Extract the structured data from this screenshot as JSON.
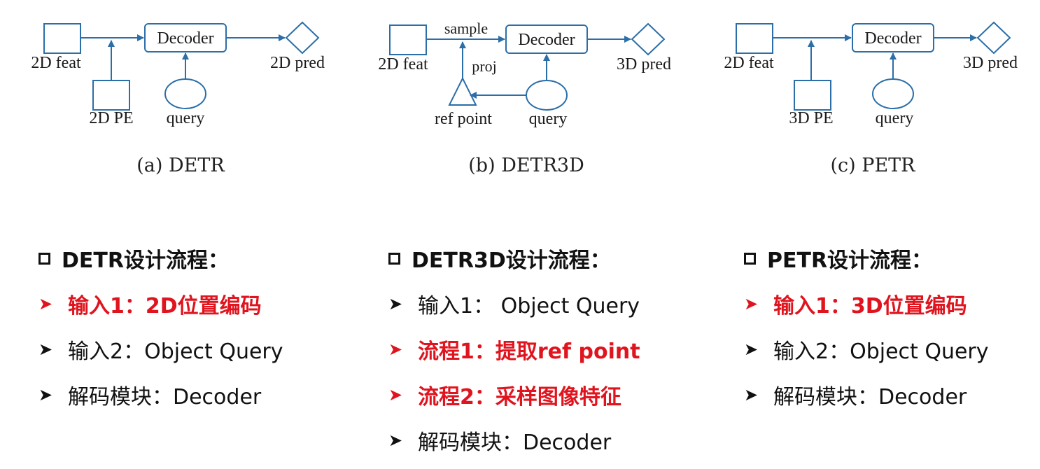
{
  "diagrams": [
    {
      "id": "detr",
      "nodes": {
        "feat": "2D feat",
        "pe": "2D PE",
        "query": "query",
        "decoder": "Decoder",
        "pred": "2D pred"
      },
      "caption": "(a) DETR"
    },
    {
      "id": "detr3d",
      "nodes": {
        "feat": "2D feat",
        "sample": "sample",
        "proj": "proj",
        "ref": "ref point",
        "query": "query",
        "decoder": "Decoder",
        "pred": "3D pred"
      },
      "caption": "(b) DETR3D"
    },
    {
      "id": "petr",
      "nodes": {
        "feat": "2D feat",
        "pe": "3D PE",
        "query": "query",
        "decoder": "Decoder",
        "pred": "3D pred"
      },
      "caption": "(c) PETR"
    }
  ],
  "sections": [
    {
      "title": "DETR设计流程：",
      "items": [
        {
          "text": "输入1：2D位置编码",
          "highlight": true
        },
        {
          "text": "输入2：Object Query",
          "highlight": false
        },
        {
          "text": "解码模块：Decoder",
          "highlight": false
        }
      ]
    },
    {
      "title": "DETR3D设计流程：",
      "items": [
        {
          "text": "输入1： Object Query",
          "highlight": false
        },
        {
          "text": "流程1：提取ref point",
          "highlight": true
        },
        {
          "text": "流程2：采样图像特征",
          "highlight": true
        },
        {
          "text": "解码模块：Decoder",
          "highlight": false
        }
      ]
    },
    {
      "title": "PETR设计流程：",
      "items": [
        {
          "text": "输入1：3D位置编码",
          "highlight": true
        },
        {
          "text": "输入2：Object Query",
          "highlight": false
        },
        {
          "text": "解码模块：Decoder",
          "highlight": false
        }
      ]
    }
  ],
  "colors": {
    "shape_stroke": "#2b6ea8",
    "highlight": "#e0141e",
    "text": "#111111"
  }
}
